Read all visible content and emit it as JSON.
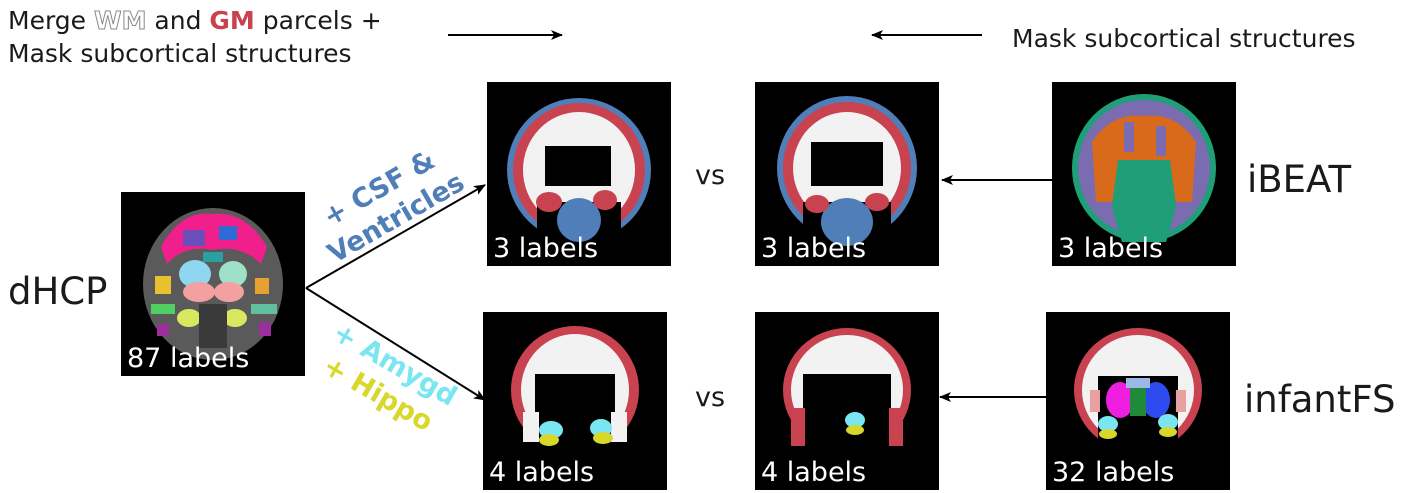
{
  "header": {
    "left_prefix": "Merge ",
    "wm": "WM",
    "mid": " and ",
    "gm": "GM",
    "suffix": " parcels +",
    "left_line2": "Mask subcortical structures",
    "right": "Mask subcortical structures"
  },
  "sources": {
    "dhcp": "dHCP",
    "ibeat": "iBEAT",
    "infantfs": "infantFS"
  },
  "operations": {
    "top_line1": "+ CSF &",
    "top_line2": "Ventricles",
    "bottom_line1": "+ Amygd",
    "bottom_line2": "+ Hippo"
  },
  "compare": {
    "vs_top": "vs",
    "vs_bottom": "vs"
  },
  "panels": {
    "dhcp_labels": "87 labels",
    "top_left_labels": "3 labels",
    "top_mid_labels": "3 labels",
    "top_right_labels": "3 labels",
    "bot_left_labels": "4 labels",
    "bot_mid_labels": "4 labels",
    "bot_right_labels": "32 labels"
  },
  "colors": {
    "wm": "#f2f2f2",
    "gm": "#c8434f",
    "csf": "#4f7eb8",
    "amygdala": "#79e6f2",
    "hippocampus": "#d8d82a",
    "ibeat_gm": "#7b6bb0",
    "ibeat_wm": "#d96a1b",
    "ibeat_csf": "#1f9e78"
  }
}
